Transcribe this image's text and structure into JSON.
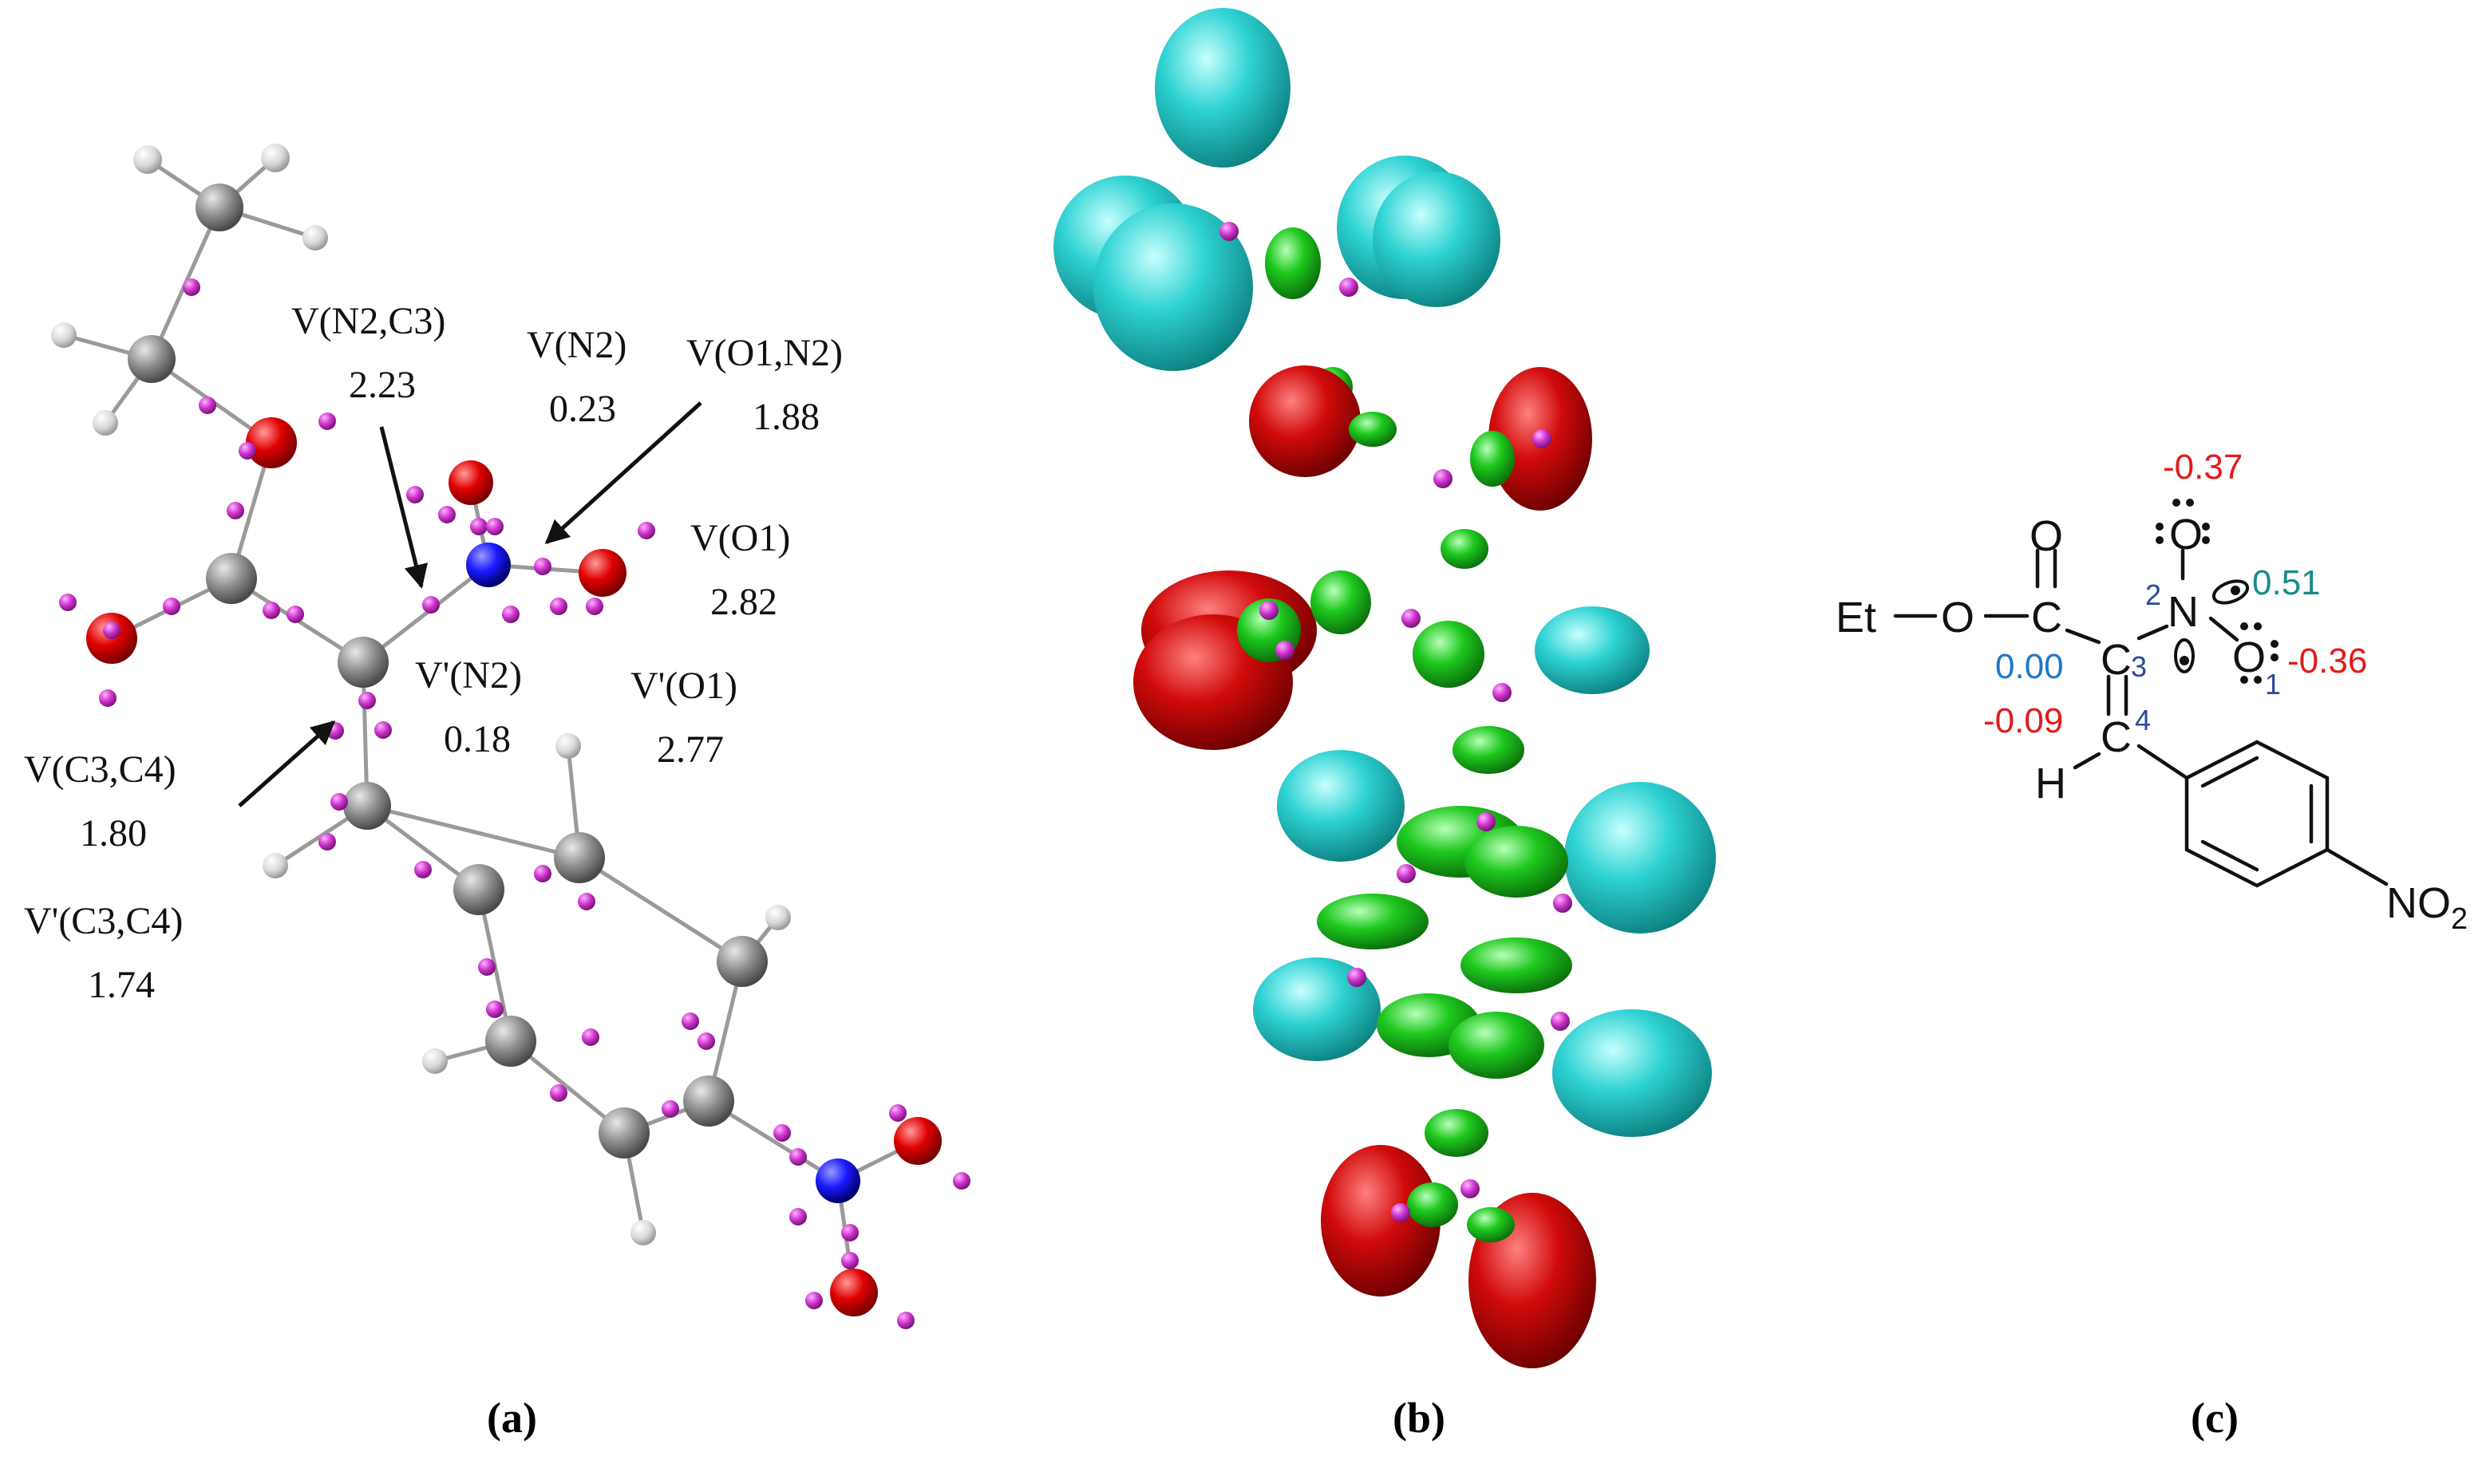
{
  "panels": {
    "a": {
      "caption": "(a)",
      "labels": [
        {
          "name": "V(N2,C3)",
          "value": "2.23"
        },
        {
          "name": "V(N2)",
          "value": "0.23"
        },
        {
          "name": "V(O1,N2)",
          "value": "1.88"
        },
        {
          "name": "V(O1)",
          "value": "2.82"
        },
        {
          "name": "V'(N2)",
          "value": "0.18"
        },
        {
          "name": "V'(O1)",
          "value": "2.77"
        },
        {
          "name": "V(C3,C4)",
          "value": "1.80"
        },
        {
          "name": "V'(C3,C4)",
          "value": "1.74"
        }
      ]
    },
    "b": {
      "caption": "(b)"
    },
    "c": {
      "caption": "(c)",
      "atoms": {
        "et": "Et",
        "o_ester": "O",
        "o_carbonyl": "O",
        "c_carbonyl": "C",
        "c3": "C",
        "n2": "N",
        "o_top": "O",
        "o1": "O",
        "c4": "C",
        "h": "H",
        "no2": "NO",
        "no2_sub": "2"
      },
      "locants": {
        "n2": "2",
        "c3": "3",
        "o1": "1",
        "c4": "4"
      },
      "charges": {
        "o_top": "-0.37",
        "n2": "0.51",
        "o1": "-0.36",
        "c3": "0.00",
        "c4": "-0.09"
      }
    }
  },
  "colors": {
    "carbon": "#8c8c8c",
    "hydrogen": "#e6e6e6",
    "oxygen": "#e00000",
    "nitrogen": "#1a1aff",
    "attractor": "#cc33cc",
    "isosurface_cyan": "#2ed2d2",
    "isosurface_red": "#d10a0a",
    "isosurface_green": "#1ec81e",
    "charge_red": "#e31a1a",
    "charge_teal": "#1a8a8a",
    "charge_blue": "#1e78c8",
    "locant_blue": "#2a4a9a"
  }
}
